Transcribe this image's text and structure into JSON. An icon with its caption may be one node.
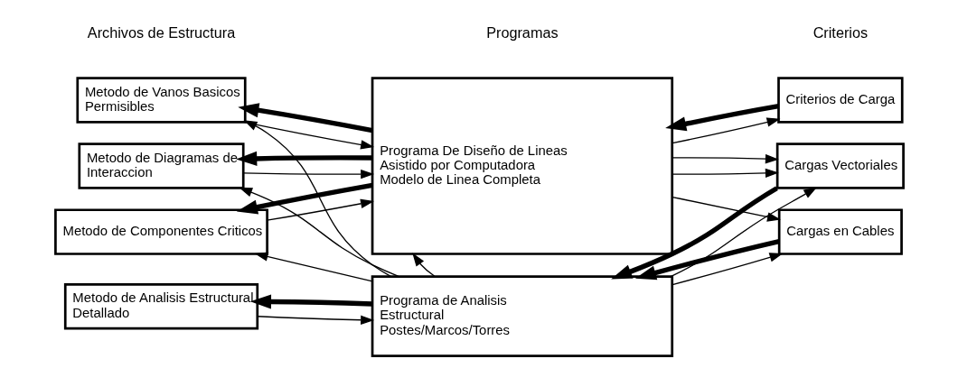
{
  "diagram": {
    "nodes": [
      {
        "text": [
          "Programa De Diseño de Lineas Asistido por Computadora Modelo de Linea Completa"
        ]
      },
      {
        "text": [
          "Criterios de Carga"
        ]
      },
      {
        "text": [
          "Metodo de Vanos Basicos Permisibles"
        ]
      },
      {
        "text": [
          "Metodo de Diagramas de Interaccion"
        ]
      },
      {
        "text": [
          "Metodo de Componentes Criticos"
        ]
      },
      {
        "text": [
          "Metodo de Analisis Estructural Detallado"
        ]
      },
      {
        "text": [
          "Programa de Analisis Estructural Postes/Marcos/Torres"
        ]
      },
      {
        "text": [
          "Cargas Vectoriales"
        ]
      },
      {
        "text": [
          "Cargas en Cables"
        ]
      }
    ],
    "edges": [
      {
        "from": 1,
        "to": 0,
        "arrow": "to",
        "style": "thick"
      },
      {
        "from": 0,
        "to": 1,
        "arrow": "to"
      },
      {
        "from": 0,
        "to": 2,
        "arrow": "to",
        "style": "thick"
      },
      {
        "from": 2,
        "to": 0,
        "arrow": "to"
      },
      {
        "from": 0,
        "to": 3,
        "arrow": "to",
        "style": "thick"
      },
      {
        "from": 3,
        "to": 0,
        "arrow": "to"
      },
      {
        "from": 0,
        "to": 4,
        "arrow": "to",
        "style": "thick"
      },
      {
        "from": 4,
        "to": 0,
        "arrow": "to"
      },
      {
        "from": 0,
        "to": 7,
        "arrow": "to"
      },
      {
        "from": 0,
        "to": 7,
        "arrow": "to"
      },
      {
        "from": 0,
        "to": 8,
        "arrow": "to"
      },
      {
        "from": 6,
        "to": 0,
        "arrow": "to"
      },
      {
        "from": 6,
        "to": 5,
        "arrow": "to",
        "style": "thick"
      },
      {
        "from": 5,
        "to": 6,
        "arrow": "to"
      },
      {
        "from": 7,
        "to": 6,
        "arrow": "to",
        "style": "thick"
      },
      {
        "from": 6,
        "to": 7,
        "arrow": "to"
      },
      {
        "from": 8,
        "to": 6,
        "arrow": "to",
        "style": "thick"
      },
      {
        "from": 6,
        "to": 8,
        "arrow": "to"
      },
      {
        "from": 6,
        "to": 2,
        "arrow": "to"
      },
      {
        "from": 6,
        "to": 3,
        "arrow": "to"
      },
      {
        "from": 6,
        "to": 4,
        "arrow": "to"
      }
    ],
    "labels": [
      "Archivos de Estructura",
      "Programas",
      "Criterios"
    ]
  }
}
